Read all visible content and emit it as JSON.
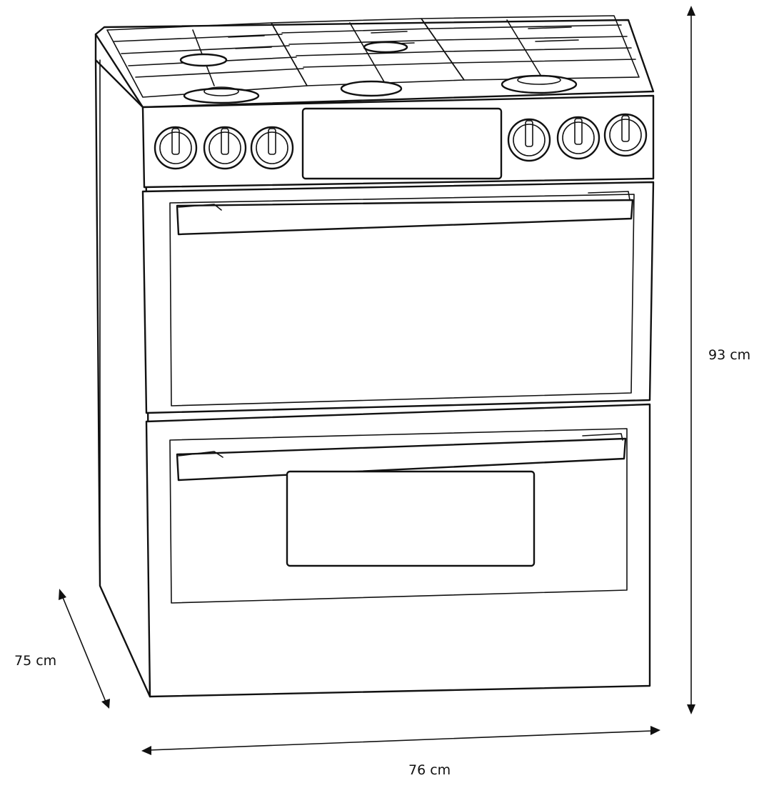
{
  "dimensions": {
    "height": {
      "label": "93 cm"
    },
    "depth": {
      "label": "75 cm"
    },
    "width": {
      "label": "76 cm"
    }
  },
  "illustration": {
    "burner_icons": [
      "burner-icon",
      "burner-icon",
      "burner-icon",
      "burner-icon",
      "burner-icon"
    ],
    "knob_count": 6
  },
  "colors": {
    "line": "#111111",
    "background": "#ffffff"
  }
}
